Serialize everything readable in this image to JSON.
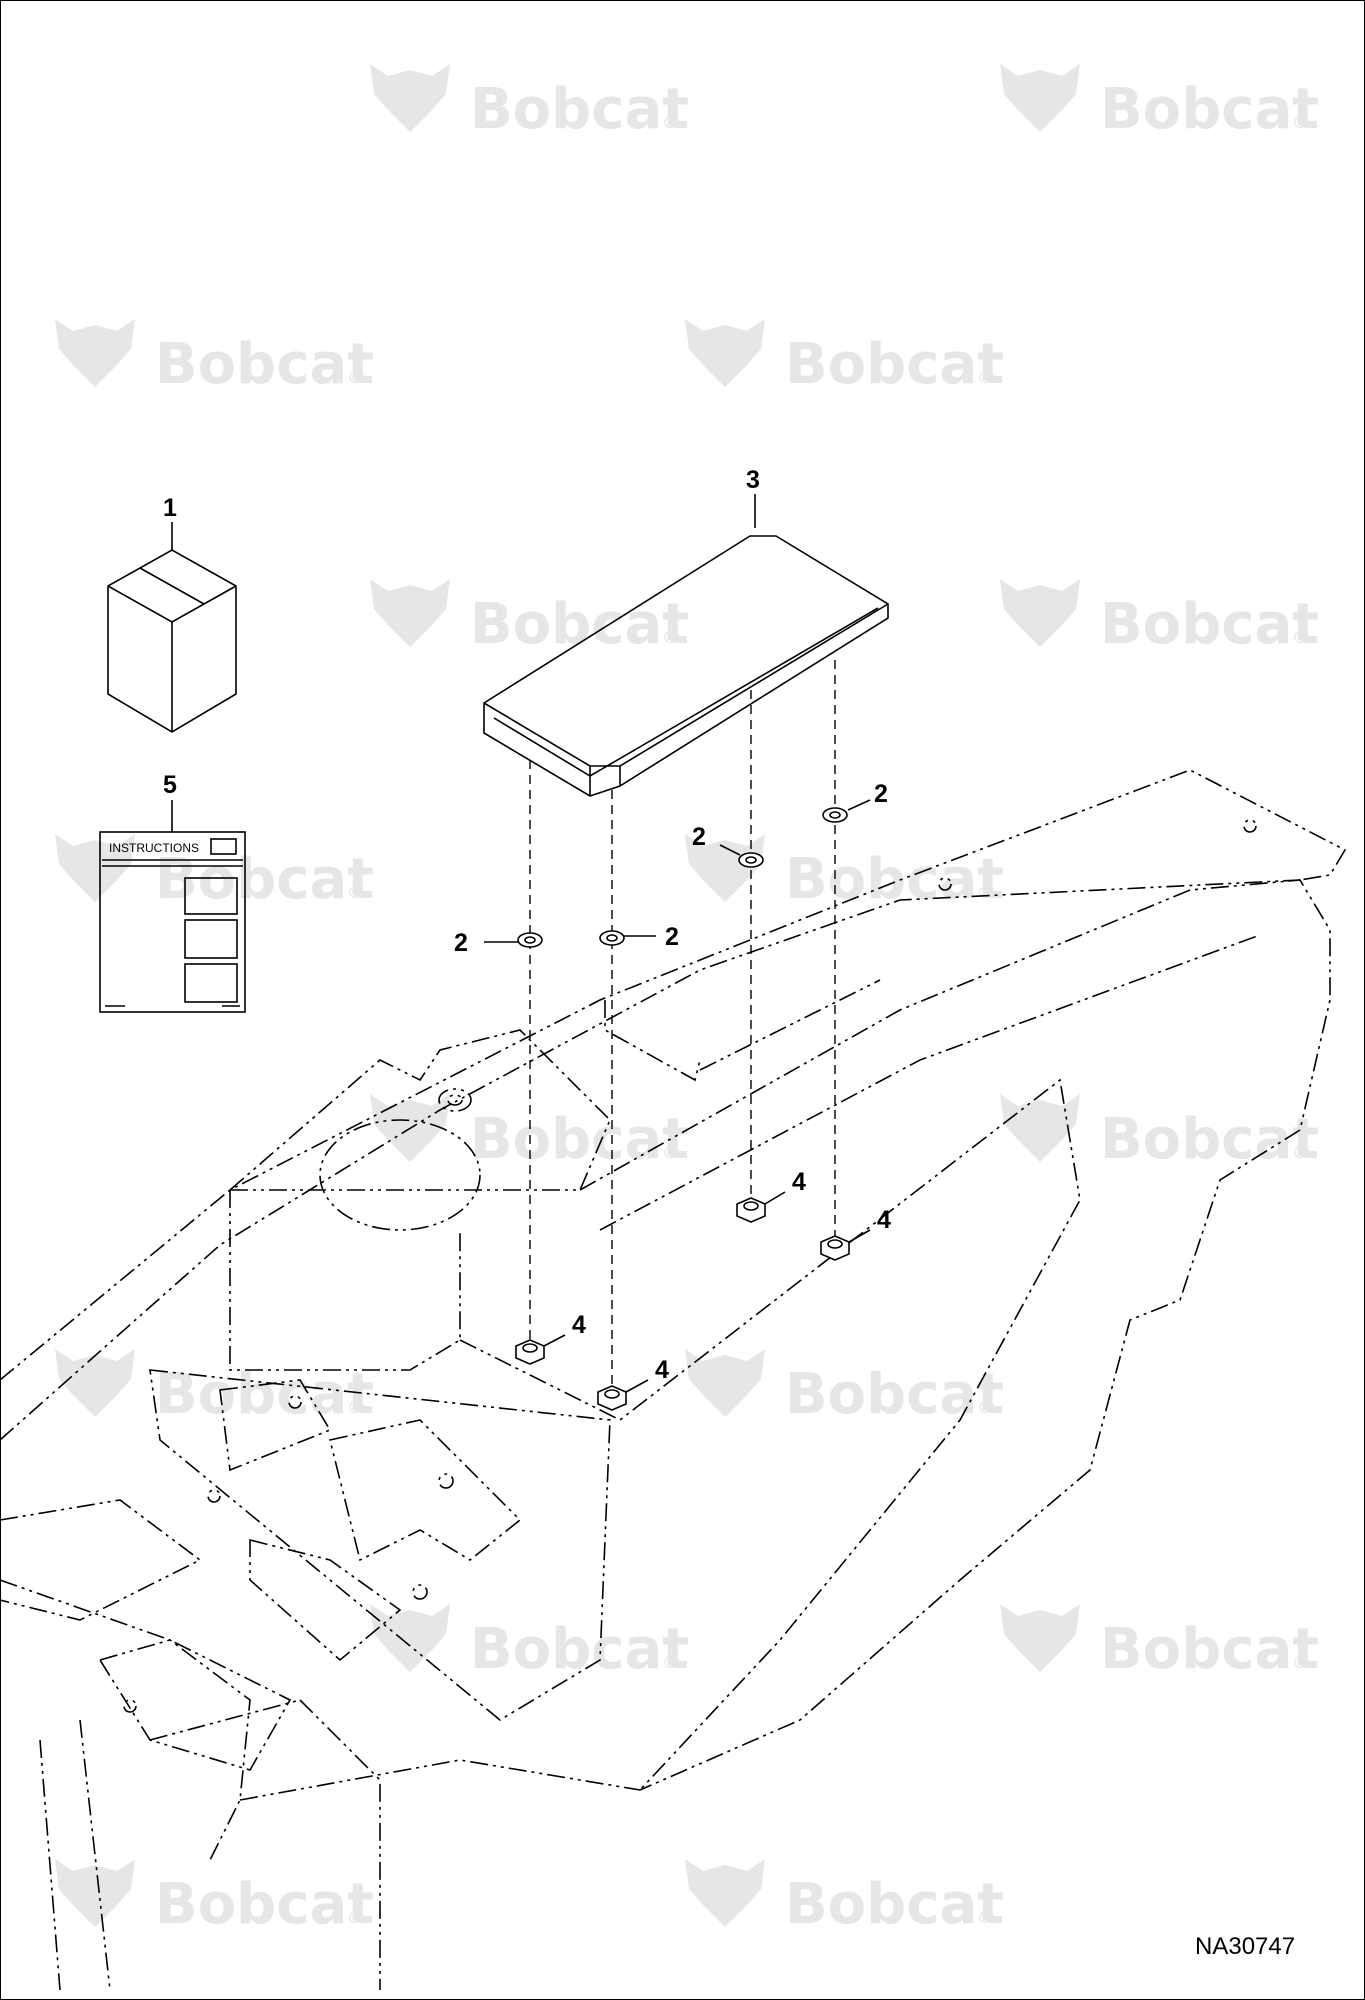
{
  "watermark": {
    "brand": "Bobcat",
    "mark": "®",
    "color": "#e6e6e6"
  },
  "callouts": {
    "item1": "1",
    "item2": "2",
    "item3": "3",
    "item4": "4",
    "item5": "5"
  },
  "manual": {
    "heading": "INSTRUCTIONS"
  },
  "drawing_number": "NA30747"
}
